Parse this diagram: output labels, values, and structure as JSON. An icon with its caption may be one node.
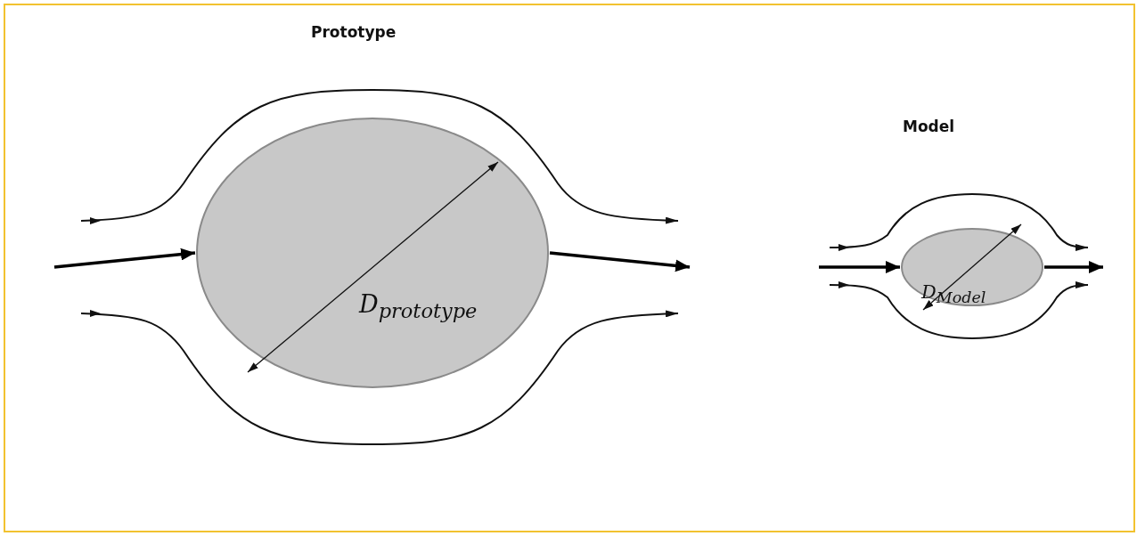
{
  "diagram": {
    "nodes": [
      {
        "text": [
          "D$_{prototype}$"
        ]
      },
      {
        "text": [
          "D$_{Model}$"
        ]
      }
    ],
    "edges": [
      {
        "from": null,
        "to": 0,
        "arrow": "to"
      },
      {
        "from": 0,
        "to": null,
        "arrow": "to"
      },
      {
        "from": null,
        "to": 1,
        "arrow": "to"
      },
      {
        "from": 1,
        "to": null,
        "arrow": "to"
      }
    ],
    "labels": [
      "Prototype",
      "Model"
    ]
  }
}
